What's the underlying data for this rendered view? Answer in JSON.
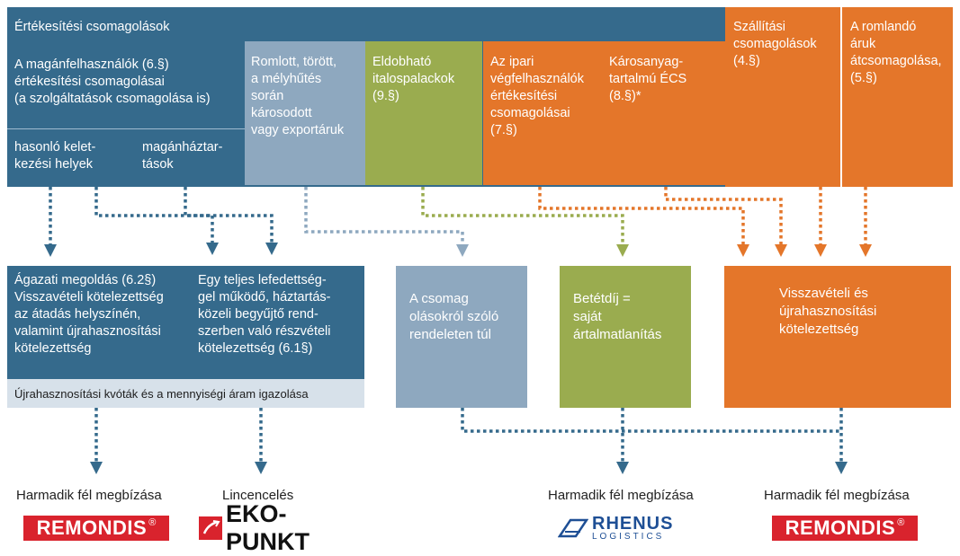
{
  "colors": {
    "blue_dark": "#356a8c",
    "blue_grey": "#8ea8bf",
    "olive": "#9aac4f",
    "orange": "#e4762a",
    "light_strip": "#d7e1ea",
    "remondis_red": "#d9232d",
    "rhenus_blue": "#1e4f95"
  },
  "top": {
    "sales_packaging_header": "Értékesítési csomagolások",
    "private_users": "A magánfelhasználók (6.§)\nértékesítési csomagolásai\n(a szolgáltatások csomagolása is)",
    "similar_places": "hasonló kelet-\nkezési helyek",
    "households": "magánháztar-\ntások",
    "damaged_goods": "Romlott, törött,\na mélyhűtés\nsorán\nkárosodott\nvagy exportáruk",
    "bottles": "Eldobható\nitalospalackok\n(9.§)",
    "industrial": "Az ipari\nvégfelhasználók\nértékesítési\ncsomagolásai\n(7.§)",
    "hazardous": "Károsanyag-\ntartalmú ÉCS\n(8.§)*",
    "transport": "Szállítási\ncsomagolások\n(4.§)",
    "perishable": "A romlandó\náruk\nátcsomagolása,\n(5.§)"
  },
  "middle": {
    "sector_solution": "Ágazati megoldás (6.2§)\nVisszavételi kötelezettség\naz átadás helyszínén,\nvalamint újrahasznosítási\nkötelezettség",
    "full_coverage": "Egy teljes lefedettség-\ngel működő, háztartás-\nközeli begyűjtő rend-\nszerben való részvételi\nkötelezettség (6.1§)",
    "quota_strip": "Újrahasznosítási kvóták és a mennyiségi áram igazolása",
    "beyond_regulation": "A csomag\nolásokról szóló\nrendeleten túl",
    "deposit": "Betétdíj =\nsaját\nártalmatlanítás",
    "takeback": "Visszavételi és\nújrahasznosítási\nkötelezettség"
  },
  "bottom": {
    "label_1": "Harmadik fél megbízása",
    "label_2": "Lincencelés",
    "label_3": "Harmadik fél megbízása",
    "label_4": "Harmadik fél megbízása"
  },
  "logos": {
    "remondis": "REMONDIS",
    "registered": "®",
    "eko_punkt": "EKO-PUNKT",
    "rhenus": "RHENUS",
    "logistics": "LOGISTICS"
  }
}
